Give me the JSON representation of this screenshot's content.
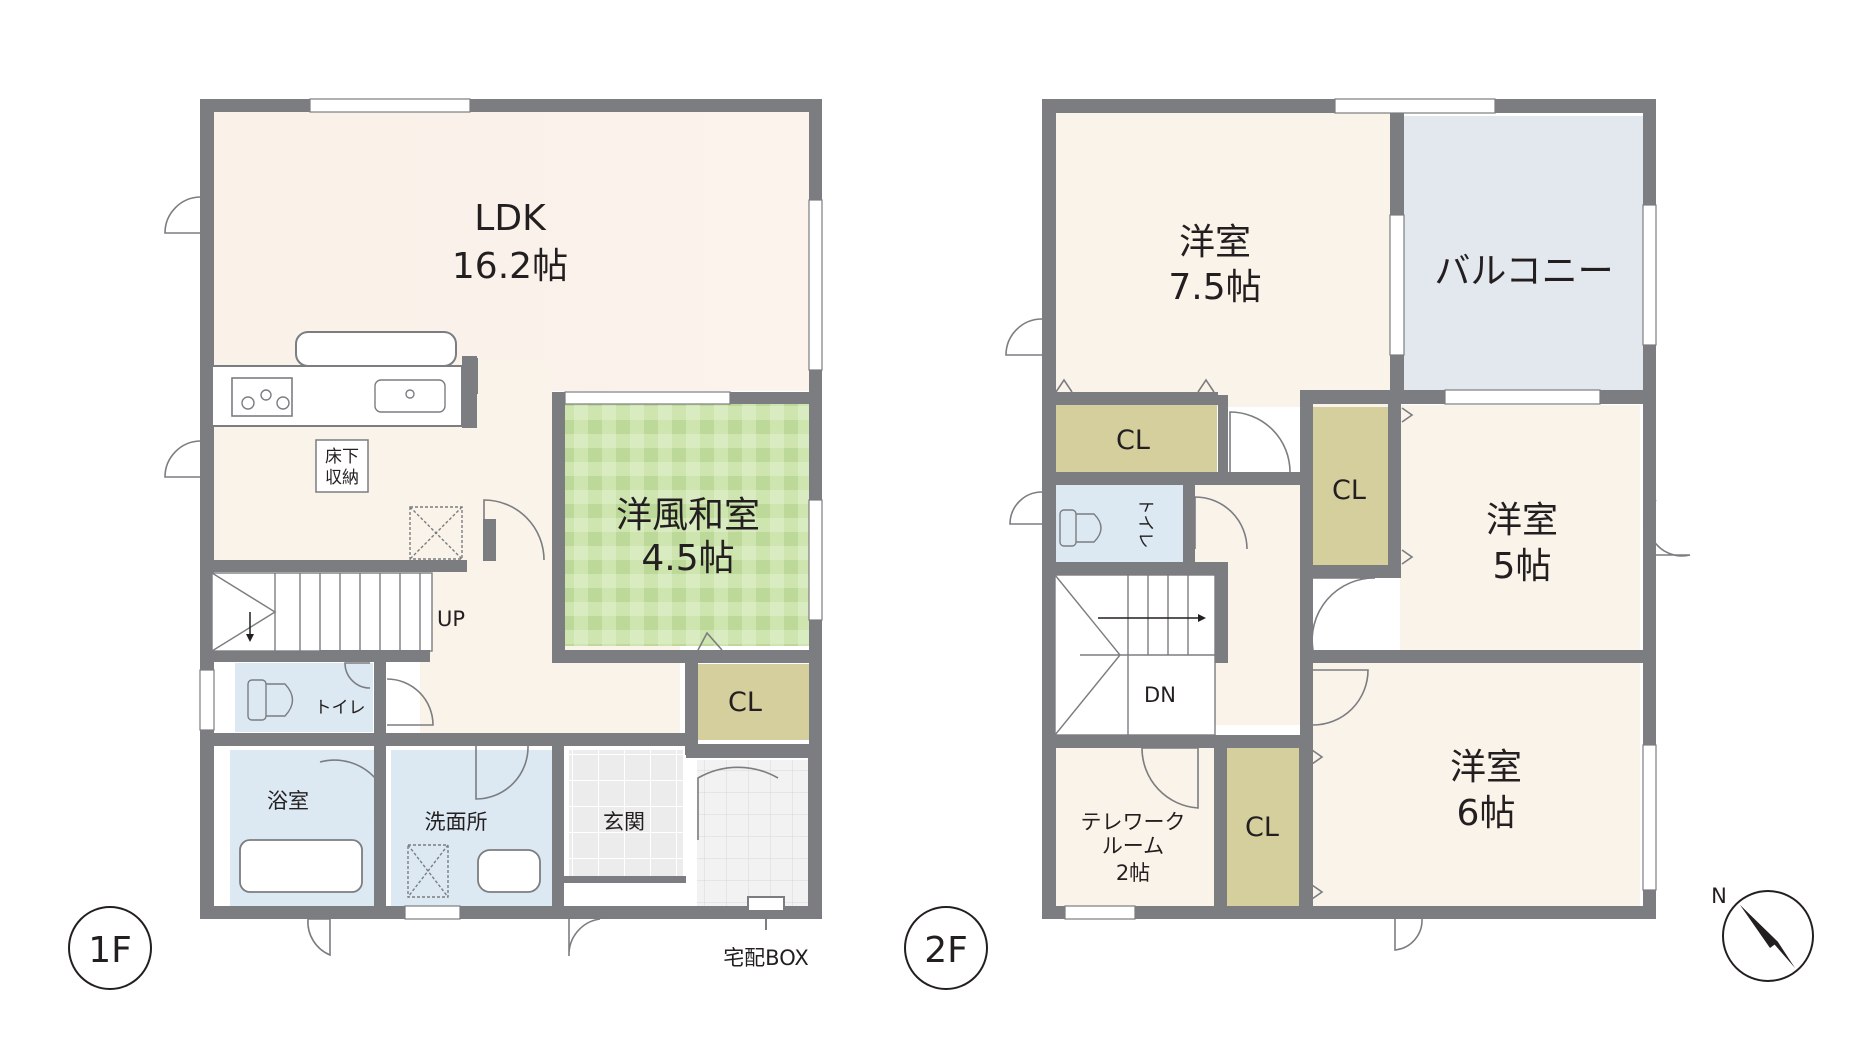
{
  "floors": {
    "f1": {
      "badge": "1F",
      "rooms": {
        "ldk_name": "LDK",
        "ldk_size": "16.2帖",
        "underfloor_line1": "床下",
        "underfloor_line2": "収納",
        "japanese_name": "洋風和室",
        "japanese_size": "4.5帖",
        "closet": "CL",
        "stairs": "UP",
        "toilet": "トイレ",
        "bath": "浴室",
        "washroom": "洗面所",
        "entrance": "玄関",
        "delivery_box": "宅配BOX"
      }
    },
    "f2": {
      "badge": "2F",
      "rooms": {
        "western1_name": "洋室",
        "western1_size": "7.5帖",
        "balcony": "バルコニー",
        "closet_a": "CL",
        "closet_b": "CL",
        "closet_c": "CL",
        "toilet": "トイレ",
        "western2_name": "洋室",
        "western2_size": "5帖",
        "stairs": "DN",
        "telework_line1": "テレワーク",
        "telework_line2": "ルーム",
        "telework_line3": "2帖",
        "western3_name": "洋室",
        "western3_size": "6帖"
      }
    }
  },
  "compass": {
    "label": "N"
  },
  "colors": {
    "wall": "#7b7d80",
    "floor": "#faf4ec",
    "tatami": "#c7dfa6",
    "closet": "#d5cf9d",
    "wet_area": "#dce9f3",
    "balcony": "#e3e7ee",
    "tile": "#ebebeb"
  }
}
